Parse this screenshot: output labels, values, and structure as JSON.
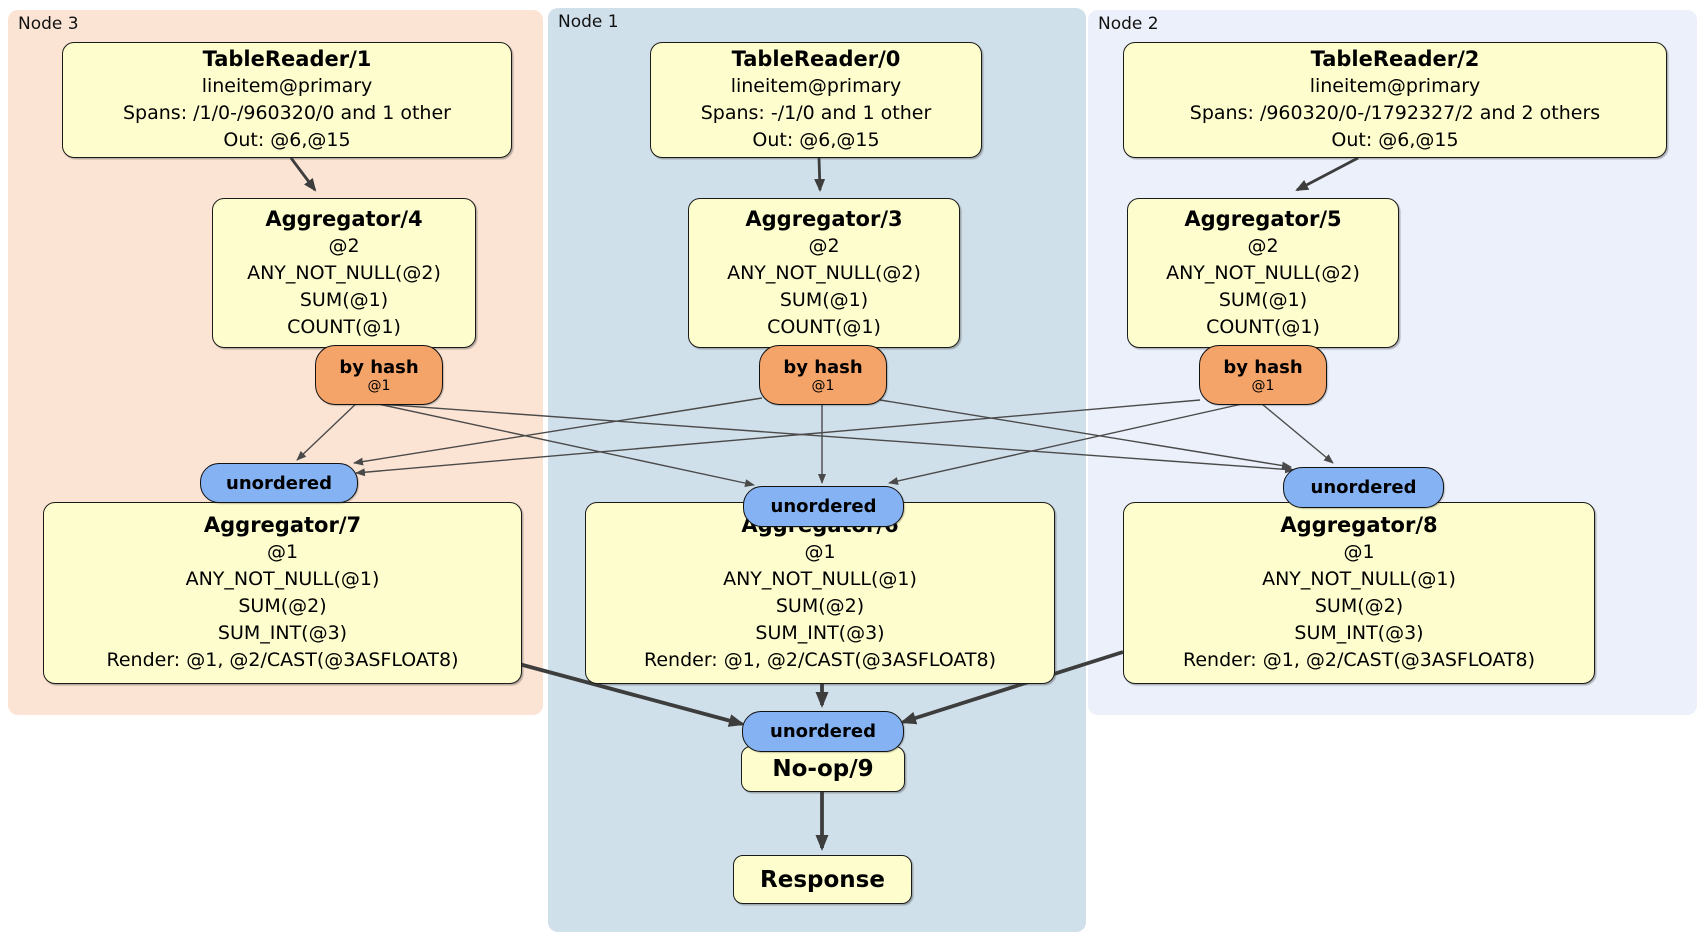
{
  "nodes": [
    {
      "label": "Node 3",
      "table_reader": {
        "title": "TableReader/1",
        "lines": [
          "lineitem@primary",
          "Spans: /1/0-/960320/0 and 1 other",
          "Out: @6,@15"
        ]
      },
      "aggregator_top": {
        "title": "Aggregator/4",
        "lines": [
          "@2",
          "ANY_NOT_NULL(@2)",
          "SUM(@1)",
          "COUNT(@1)"
        ]
      },
      "router": {
        "label": "by hash",
        "detail": "@1"
      },
      "sync": {
        "label": "unordered"
      },
      "aggregator_bottom": {
        "title": "Aggregator/7",
        "lines": [
          "@1",
          "ANY_NOT_NULL(@1)",
          "SUM(@2)",
          "SUM_INT(@3)",
          "Render: @1, @2/CAST(@3ASFLOAT8)"
        ]
      }
    },
    {
      "label": "Node 1",
      "table_reader": {
        "title": "TableReader/0",
        "lines": [
          "lineitem@primary",
          "Spans: -/1/0 and 1 other",
          "Out: @6,@15"
        ]
      },
      "aggregator_top": {
        "title": "Aggregator/3",
        "lines": [
          "@2",
          "ANY_NOT_NULL(@2)",
          "SUM(@1)",
          "COUNT(@1)"
        ]
      },
      "router": {
        "label": "by hash",
        "detail": "@1"
      },
      "sync": {
        "label": "unordered"
      },
      "aggregator_bottom": {
        "title": "Aggregator/6",
        "lines": [
          "@1",
          "ANY_NOT_NULL(@1)",
          "SUM(@2)",
          "SUM_INT(@3)",
          "Render: @1, @2/CAST(@3ASFLOAT8)"
        ]
      }
    },
    {
      "label": "Node 2",
      "table_reader": {
        "title": "TableReader/2",
        "lines": [
          "lineitem@primary",
          "Spans: /960320/0-/1792327/2 and 2 others",
          "Out: @6,@15"
        ]
      },
      "aggregator_top": {
        "title": "Aggregator/5",
        "lines": [
          "@2",
          "ANY_NOT_NULL(@2)",
          "SUM(@1)",
          "COUNT(@1)"
        ]
      },
      "router": {
        "label": "by hash",
        "detail": "@1"
      },
      "sync": {
        "label": "unordered"
      },
      "aggregator_bottom": {
        "title": "Aggregator/8",
        "lines": [
          "@1",
          "ANY_NOT_NULL(@1)",
          "SUM(@2)",
          "SUM_INT(@3)",
          "Render: @1, @2/CAST(@3ASFLOAT8)"
        ]
      }
    }
  ],
  "final": {
    "sync_label": "unordered",
    "noop_label": "No-op/9",
    "response_label": "Response"
  },
  "colors": {
    "node3_bg": "#fce4d4",
    "node1_bg": "#d0e0ea",
    "node2_bg": "#ebf0fa",
    "processor_fill": "#fdfdcd",
    "router_fill": "#f4a369",
    "sync_fill": "#85b2f2",
    "edge": "#424242"
  }
}
